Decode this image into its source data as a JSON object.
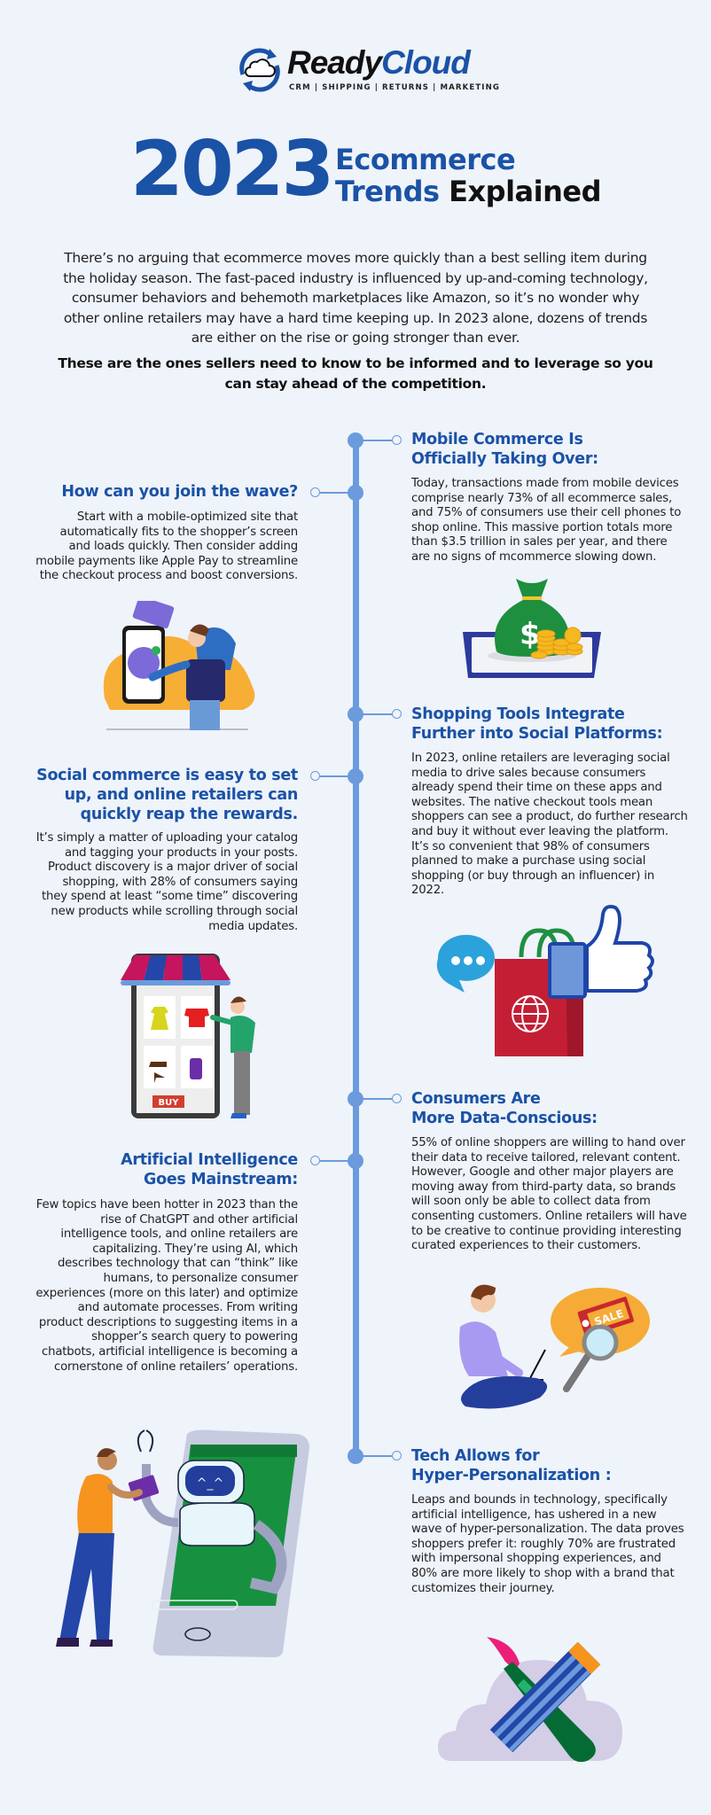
{
  "brand": {
    "name_part1": "Ready",
    "name_part2": "Cloud",
    "tagline": "CRM | SHIPPING | RETURNS | MARKETING",
    "icon": "cloud-sync-icon",
    "colors": {
      "primary_blue": "#1a52a6",
      "timeline_blue": "#6b9bdc",
      "background": "#eff3fa"
    }
  },
  "title": {
    "year": "2023",
    "line1": "Ecommerce",
    "line2_blue": "Trends",
    "line2_black": "Explained"
  },
  "intro": {
    "paragraph": "There’s no arguing that ecommerce moves more quickly than a best selling item during the holiday season. The fast-paced industry is influenced by up-and-coming technology, consumer behaviors and behemoth marketplaces like Amazon, so it’s no wonder why other online retailers may have a hard time keeping up. In 2023 alone, dozens of trends are either on the rise or going stronger than ever.",
    "emphasis": "These are the ones sellers need to know to be informed and to leverage so you can stay ahead of the competition."
  },
  "trends": [
    {
      "heading_line1": "Mobile Commerce Is",
      "heading_line2": "Officially Taking Over:",
      "body": "Today, transactions made from mobile devices comprise nearly 73% of all ecommerce sales, and 75% of consumers use their cell phones to shop online. This massive portion totals more than $3.5 trillion in sales per year, and there are no signs of mcommerce slowing down.",
      "illustration": "money-bag-on-tablet-icon"
    },
    {
      "heading_line1": "Shopping Tools Integrate",
      "heading_line2": "Further into Social Platforms:",
      "body": "In 2023, online retailers are leveraging social media to drive sales because consumers already spend their time on these apps and websites. The native checkout tools mean shoppers can see a product, do further research and buy it without ever leaving the platform. It’s so convenient that 98% of consumers planned to make a purchase using social shopping (or buy through an influencer) in 2022.",
      "illustration": "social-shopping-bag-thumbs-up-icon"
    },
    {
      "heading_line1": "Consumers Are",
      "heading_line2": "More Data-Conscious:",
      "body": "55% of online shoppers are willing to hand over their data to receive tailored, relevant content. However, Google and other major players are moving away from third-party data, so brands will soon only be able to collect data from consenting customers. Online retailers will have to be creative to continue providing interesting curated experiences to their customers.",
      "illustration": "person-laptop-sale-search-icon"
    },
    {
      "heading_line1": "Tech Allows for",
      "heading_line2": "Hyper-Personalization :",
      "body": "Leaps and bounds in technology, specifically artificial intelligence, has ushered in a new wave of hyper-personalization. The data proves shoppers prefer it: roughly 70% are frustrated with impersonal shopping experiences, and 80% are more likely to shop with a brand that customizes their journey.",
      "illustration": "pencil-brush-cloud-icon"
    }
  ],
  "tips": [
    {
      "heading": "How can you join the wave?",
      "body": "Start with a mobile-optimized site that automatically fits to the shopper’s screen and loads quickly. Then consider adding mobile payments like Apple Pay to streamline the checkout process and boost conversions.",
      "illustration": "mobile-payment-person-icon"
    },
    {
      "heading": "Social commerce is easy to set up, and online retailers can quickly reap the rewards.",
      "body": "It’s simply a matter of uploading your catalog and tagging your products in your posts. Product discovery is a major driver of social shopping, with 28% of consumers saying they spend at least “some time” discovering new products while scrolling through social media updates.",
      "illustration": "phone-storefront-icon",
      "buy_label": "BUY"
    },
    {
      "heading_line1": "Artificial Intelligence",
      "heading_line2": "Goes Mainstream:",
      "body": "Few topics have been hotter in 2023 than the rise of ChatGPT and other artificial intelligence tools, and online retailers are capitalizing. They’re using AI, which describes technology that can “think” like humans, to personalize consumer experiences (more on this later) and optimize and automate processes. From writing product descriptions to suggesting items in a shopper’s search query to powering chatbots, artificial intelligence is becoming a cornerstone of online retailers’ operations.",
      "illustration": "robot-chatbot-phone-icon"
    }
  ],
  "sale_tag": "SALE"
}
